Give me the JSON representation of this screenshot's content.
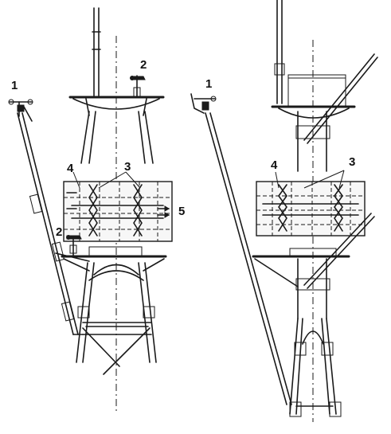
{
  "diagram": {
    "labels": {
      "left_anemometer_top": "1",
      "left_vane_top": "2",
      "left_panel_edge": "4",
      "left_dipoles": "3",
      "left_reflector": "5",
      "left_vane_lower": "2",
      "right_anemometer_top": "1",
      "right_panel_edge": "4",
      "right_dipoles": "3"
    },
    "colors": {
      "ink": "#1a1a1a",
      "background": "#ffffff"
    }
  }
}
